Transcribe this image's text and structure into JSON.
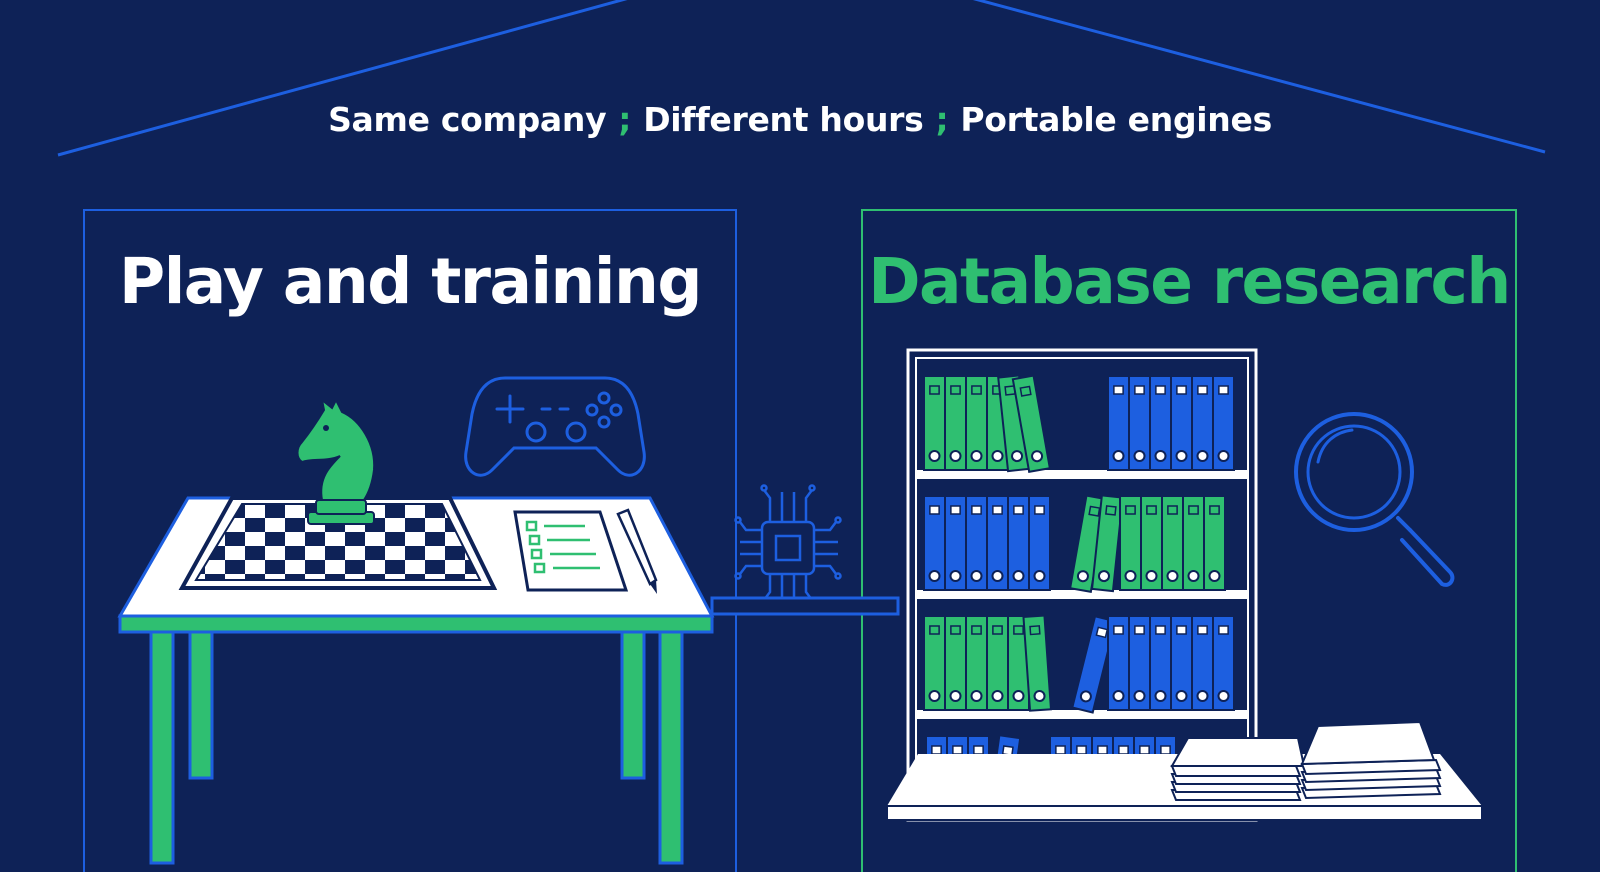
{
  "tagline": {
    "items": [
      "Same company",
      "Different hours",
      "Portable engines"
    ],
    "separator": ";"
  },
  "panels": {
    "left": {
      "title": "Play and training"
    },
    "right": {
      "title": "Database research"
    }
  },
  "colors": {
    "background": "#0e2257",
    "blue_accent": "#1d5fe0",
    "green_accent": "#2fbf71",
    "white": "#ffffff"
  },
  "icons": {
    "left": [
      "chess-knight-icon",
      "chessboard-icon",
      "game-controller-icon",
      "checklist-icon",
      "pencil-icon",
      "table-icon"
    ],
    "center": [
      "cpu-chip-icon"
    ],
    "right": [
      "bookshelf-icon",
      "binder-icon",
      "magnifying-glass-icon",
      "paper-stack-icon",
      "desk-icon"
    ]
  }
}
